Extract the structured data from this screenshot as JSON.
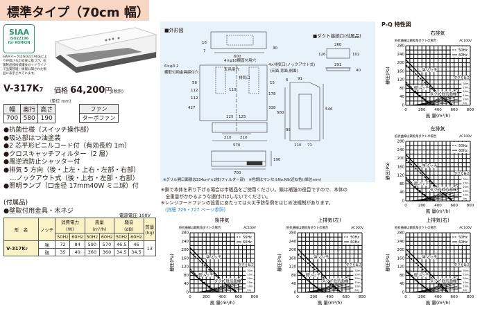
{
  "header": {
    "title": "標準タイプ（70cm 幅）"
  },
  "siaa": {
    "logo": "SIAA",
    "code": "ISO22196",
    "sub": "for KOHKIN",
    "note": "SIAAマークはISO22196法により評価された結果に基づき、抗菌製品技術協議会ガイドラインで品質管理・情報公開された製品に表示されています。"
  },
  "product": {
    "model": "V-317K",
    "model_suffix": "7",
    "price_label": "価格",
    "price": "64,200",
    "price_unit": "円",
    "tax": "(税別)"
  },
  "dimensions": {
    "unit": "(単位 mm)",
    "headers": [
      "幅",
      "奥行",
      "高さ"
    ],
    "values": [
      "700",
      "580",
      "190"
    ],
    "fan_header": "ファン",
    "fan_value": "ターボファン"
  },
  "features": [
    "●抗菌仕様（スイッチ操作部）",
    "●吸込部はつ油塗装",
    "●2 芯平形ビニルコード付（有効長約 1m）",
    "●クロスキャッチフィルター（2 層）",
    "●風逆流防止シャッター付",
    "●排気 5 方向（後・上左・上右・左部・右部）",
    "　…ノックアウト式（後・上右・左部・右部）",
    "●照明ランプ（口金径 17mm40W ミニ球）付"
  ],
  "accessories": {
    "title": "(付属品)",
    "items": [
      "●壁取付用金具・木ネジ"
    ]
  },
  "spec_table": {
    "voltage": "電源電圧 100V",
    "headers": {
      "model": "形　名",
      "notch": "ノッチ",
      "power": "消費電力",
      "power_unit": "(W)",
      "airflow": "風量",
      "airflow_unit": "(m³/h)",
      "noise": "騒音",
      "noise_unit": "(dB)",
      "mass": "質量",
      "mass_unit": "(kg)",
      "hz50": "50Hz",
      "hz60": "60Hz"
    },
    "model": "V-317K₇",
    "mass": "13",
    "rows": [
      {
        "notch": "強",
        "values": [
          "72",
          "84",
          "590",
          "570",
          "46.5",
          "46"
        ]
      },
      {
        "notch": "弱",
        "values": [
          "35",
          "40",
          "360",
          "360",
          "34.5",
          "34.5"
        ]
      }
    ]
  },
  "diagram": {
    "title": "■外形図",
    "duct_title": "■ダクト接続口(付属品)",
    "labels": {
      "d600": "600",
      "d7": "7",
      "d16": "16",
      "d30": "30",
      "d260": "260",
      "d126": "126",
      "d102": "102",
      "d291": "291",
      "d40": "40",
      "hole1": "6×φ3.2",
      "hole1b": "棚取付用金具締付穴",
      "hole2": "4×φ10棚直付用穴",
      "hole2b": "天吊用穴",
      "hole3": "4×排気口(ノックアウト式)",
      "hole3b": "(天面,背面,側面)",
      "exhaust": "排気口",
      "d58": "58",
      "d112a": "112",
      "d112b": "112",
      "d427": "427",
      "d110": "110",
      "d125a": "125",
      "d125b": "125",
      "d178": "178",
      "d338": "338",
      "d15": "15",
      "d210a": "210",
      "d210b": "210",
      "d576": "576",
      "d6": "6",
      "d91": "91",
      "d580": "580",
      "d546": "546",
      "d95": "95",
      "d110b": "110",
      "d71": "71",
      "d190": "190",
      "d700": "700"
    },
    "footnote": "※グリル開口面積は334cm²×2枚(フィルター部)　※色調はマンセルNo.N9(近似色)(単位mm)"
  },
  "notes": [
    "※鎖で本体を吊り下げる場合は市販品をご使用ください。鎖は補強の役目ですので、本体の",
    "　全重量がかかるような据付けはしないでください。",
    "※レンジフードファンの設置にあたっては火災予防条例をはじめ法規制があります。"
  ],
  "notes_link": "(詳細 726・727 ページ参照)",
  "pq_title": "P-Q 特性図",
  "chart_data": [
    {
      "type": "line",
      "title": "右排気",
      "subtitle": "抵抗曲線は鋼板角ダクトの場合",
      "power": "AC100V",
      "xlabel": "風 量(m³/h)",
      "ylabel": "静圧(Pa)",
      "xlim": [
        0,
        800
      ],
      "ylim": [
        0,
        280
      ],
      "xticks": [
        0,
        200,
        400,
        600,
        800
      ],
      "yticks": [
        0,
        40,
        80,
        120,
        160,
        200,
        240,
        280
      ],
      "legend": [
        "50Hz",
        "60Hz"
      ],
      "legend_position": "top-right",
      "series": [
        {
          "name": "強ノッチ 50Hz",
          "dash": true,
          "points": [
            [
              0,
              190
            ],
            [
              200,
              120
            ],
            [
              400,
              50
            ],
            [
              590,
              0
            ]
          ]
        },
        {
          "name": "強ノッチ 60Hz",
          "dash": false,
          "points": [
            [
              0,
              215
            ],
            [
              200,
              135
            ],
            [
              400,
              55
            ],
            [
              570,
              0
            ]
          ]
        },
        {
          "name": "弱ノッチ 50Hz",
          "dash": true,
          "points": [
            [
              0,
              110
            ],
            [
              150,
              55
            ],
            [
              280,
              15
            ],
            [
              360,
              0
            ]
          ]
        },
        {
          "name": "弱ノッチ 60Hz",
          "dash": false,
          "points": [
            [
              0,
              100
            ],
            [
              150,
              50
            ],
            [
              280,
              12
            ],
            [
              360,
              0
            ]
          ]
        }
      ],
      "duct_curves": {
        "label": "ダクト長さ",
        "lengths": [
          "30m",
          "25m",
          "20m",
          "15m",
          "10m",
          "5m"
        ],
        "pressure_at_650": [
          80,
          68,
          56,
          44,
          30,
          16
        ]
      },
      "annotations": [
        "強ノッチ",
        "弱ノッチ",
        "ダクト抵抗曲線"
      ]
    },
    {
      "type": "line",
      "title": "左排気",
      "subtitle": "抵抗曲線は鋼板角ダクトの場合",
      "power": "AC100V",
      "xlabel": "風 量(m³/h)",
      "ylabel": "静圧(Pa)",
      "xlim": [
        0,
        800
      ],
      "ylim": [
        0,
        280
      ],
      "xticks": [
        0,
        200,
        400,
        600,
        800
      ],
      "yticks": [
        0,
        40,
        80,
        120,
        160,
        200,
        240,
        280
      ],
      "legend": [
        "50Hz",
        "60Hz"
      ],
      "legend_position": "top-right",
      "series": [
        {
          "name": "強ノッチ 50Hz",
          "dash": true,
          "points": [
            [
              0,
              195
            ],
            [
              200,
              125
            ],
            [
              400,
              52
            ],
            [
              590,
              0
            ]
          ]
        },
        {
          "name": "強ノッチ 60Hz",
          "dash": false,
          "points": [
            [
              0,
              218
            ],
            [
              200,
              138
            ],
            [
              400,
              57
            ],
            [
              575,
              0
            ]
          ]
        },
        {
          "name": "弱ノッチ 50Hz",
          "dash": true,
          "points": [
            [
              0,
              112
            ],
            [
              150,
              56
            ],
            [
              280,
              15
            ],
            [
              360,
              0
            ]
          ]
        },
        {
          "name": "弱ノッチ 60Hz",
          "dash": false,
          "points": [
            [
              0,
              102
            ],
            [
              150,
              50
            ],
            [
              280,
              12
            ],
            [
              360,
              0
            ]
          ]
        }
      ],
      "duct_curves": {
        "label": "ダクト長さ",
        "lengths": [
          "30m",
          "25m",
          "20m",
          "15m",
          "10m",
          "5m"
        ],
        "pressure_at_650": [
          80,
          68,
          56,
          44,
          30,
          16
        ]
      },
      "annotations": [
        "強ノッチ",
        "弱ノッチ",
        "ダクト抵抗曲線"
      ]
    },
    {
      "type": "line",
      "title": "後排気",
      "subtitle": "抵抗曲線は鋼板角ダクトの場合",
      "power": "AC100V",
      "xlabel": "風 量(m³/h)",
      "ylabel": "静圧(Pa)",
      "xlim": [
        0,
        800
      ],
      "ylim": [
        0,
        280
      ],
      "xticks": [
        0,
        200,
        400,
        600,
        800
      ],
      "yticks": [
        0,
        40,
        80,
        120,
        160,
        200,
        240,
        280
      ],
      "legend": [
        "50Hz",
        "60Hz"
      ],
      "legend_position": "top-right",
      "series": [
        {
          "name": "強ノッチ 50Hz",
          "dash": true,
          "points": [
            [
              0,
              190
            ],
            [
              200,
              120
            ],
            [
              400,
              50
            ],
            [
              590,
              0
            ]
          ]
        },
        {
          "name": "強ノッチ 60Hz",
          "dash": false,
          "points": [
            [
              0,
              210
            ],
            [
              200,
              132
            ],
            [
              400,
              54
            ],
            [
              570,
              0
            ]
          ]
        },
        {
          "name": "弱ノッチ 50Hz",
          "dash": true,
          "points": [
            [
              0,
              110
            ],
            [
              150,
              55
            ],
            [
              280,
              15
            ],
            [
              360,
              0
            ]
          ]
        },
        {
          "name": "弱ノッチ 60Hz",
          "dash": false,
          "points": [
            [
              0,
              100
            ],
            [
              150,
              50
            ],
            [
              280,
              12
            ],
            [
              360,
              0
            ]
          ]
        }
      ],
      "duct_curves": {
        "label": "ダクト長さ",
        "lengths": [
          "30m",
          "25m",
          "20m",
          "15m",
          "10m",
          "5m"
        ],
        "pressure_at_650": [
          80,
          68,
          56,
          44,
          30,
          16
        ]
      },
      "annotations": [
        "強ノッチ",
        "弱ノッチ",
        "ダクト抵抗曲線"
      ]
    },
    {
      "type": "line",
      "title": "上排気(左)",
      "subtitle": "抵抗曲線は鋼板角ダクトの場合",
      "power": "AC100V",
      "xlabel": "風 量(m³/h)",
      "ylabel": "静圧(Pa)",
      "xlim": [
        0,
        800
      ],
      "ylim": [
        0,
        280
      ],
      "xticks": [
        0,
        200,
        400,
        600,
        800
      ],
      "yticks": [
        0,
        40,
        80,
        120,
        160,
        200,
        240,
        280
      ],
      "legend": [
        "50Hz",
        "60Hz"
      ],
      "legend_position": "top-right",
      "series": [
        {
          "name": "強ノッチ 50Hz",
          "dash": true,
          "points": [
            [
              0,
              180
            ],
            [
              200,
              112
            ],
            [
              400,
              40
            ],
            [
              520,
              0
            ]
          ]
        },
        {
          "name": "強ノッチ 60Hz",
          "dash": false,
          "points": [
            [
              0,
              205
            ],
            [
              200,
              128
            ],
            [
              400,
              48
            ],
            [
              540,
              0
            ]
          ]
        },
        {
          "name": "弱ノッチ 50Hz",
          "dash": true,
          "points": [
            [
              0,
              105
            ],
            [
              150,
              50
            ],
            [
              280,
              12
            ],
            [
              340,
              0
            ]
          ]
        },
        {
          "name": "弱ノッチ 60Hz",
          "dash": false,
          "points": [
            [
              0,
              100
            ],
            [
              150,
              48
            ],
            [
              280,
              10
            ],
            [
              340,
              0
            ]
          ]
        }
      ],
      "duct_curves": {
        "label": "ダクト長さ",
        "lengths": [
          "30m",
          "25m",
          "20m",
          "15m",
          "10m",
          "5m"
        ],
        "pressure_at_650": [
          80,
          68,
          56,
          44,
          30,
          16
        ]
      },
      "annotations": [
        "強ノッチ",
        "弱ノッチ",
        "ダクト抵抗曲線"
      ]
    },
    {
      "type": "line",
      "title": "上排気(右)",
      "subtitle": "抵抗曲線は鋼板角ダクトの場合",
      "power": "AC100V",
      "xlabel": "風 量(m³/h)",
      "ylabel": "静圧(Pa)",
      "xlim": [
        0,
        800
      ],
      "ylim": [
        0,
        280
      ],
      "xticks": [
        0,
        200,
        400,
        600,
        800
      ],
      "yticks": [
        0,
        40,
        80,
        120,
        160,
        200,
        240,
        280
      ],
      "legend": [
        "50Hz",
        "60Hz"
      ],
      "legend_position": "top-right",
      "series": [
        {
          "name": "強ノッチ 50Hz",
          "dash": true,
          "points": [
            [
              0,
              180
            ],
            [
              200,
              112
            ],
            [
              400,
              40
            ],
            [
              510,
              0
            ]
          ]
        },
        {
          "name": "強ノッチ 60Hz",
          "dash": false,
          "points": [
            [
              0,
              205
            ],
            [
              200,
              128
            ],
            [
              400,
              48
            ],
            [
              530,
              0
            ]
          ]
        },
        {
          "name": "弱ノッチ 50Hz",
          "dash": true,
          "points": [
            [
              0,
              105
            ],
            [
              150,
              50
            ],
            [
              280,
              12
            ],
            [
              340,
              0
            ]
          ]
        },
        {
          "name": "弱ノッチ 60Hz",
          "dash": false,
          "points": [
            [
              0,
              100
            ],
            [
              150,
              48
            ],
            [
              280,
              10
            ],
            [
              340,
              0
            ]
          ]
        }
      ],
      "duct_curves": {
        "label": "ダクト長さ",
        "lengths": [
          "30m",
          "25m",
          "20m",
          "15m",
          "10m",
          "5m"
        ],
        "pressure_at_650": [
          80,
          68,
          56,
          44,
          30,
          16
        ]
      },
      "annotations": [
        "強ノッチ",
        "弱ノッチ",
        "ダクト抵抗曲線"
      ]
    }
  ]
}
